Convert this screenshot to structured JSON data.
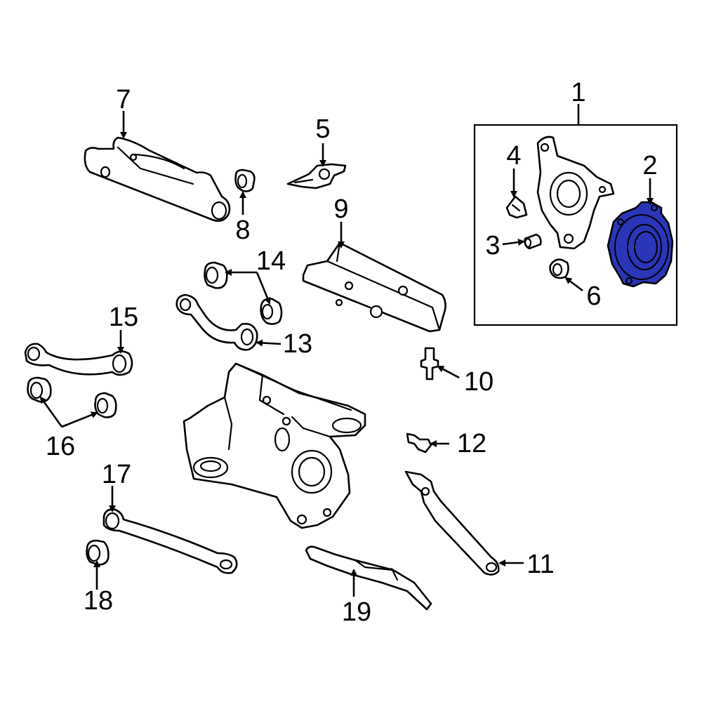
{
  "diagram": {
    "highlight_color": "#2b35b8",
    "callouts": [
      {
        "id": "1",
        "label": "1"
      },
      {
        "id": "2",
        "label": "2"
      },
      {
        "id": "3",
        "label": "3"
      },
      {
        "id": "4",
        "label": "4"
      },
      {
        "id": "5",
        "label": "5"
      },
      {
        "id": "6",
        "label": "6"
      },
      {
        "id": "7",
        "label": "7"
      },
      {
        "id": "8",
        "label": "8"
      },
      {
        "id": "9",
        "label": "9"
      },
      {
        "id": "10",
        "label": "10"
      },
      {
        "id": "11",
        "label": "11"
      },
      {
        "id": "12",
        "label": "12"
      },
      {
        "id": "13",
        "label": "13"
      },
      {
        "id": "14",
        "label": "14"
      },
      {
        "id": "15",
        "label": "15"
      },
      {
        "id": "16",
        "label": "16"
      },
      {
        "id": "17",
        "label": "17"
      },
      {
        "id": "18",
        "label": "18"
      },
      {
        "id": "19",
        "label": "19"
      }
    ]
  }
}
